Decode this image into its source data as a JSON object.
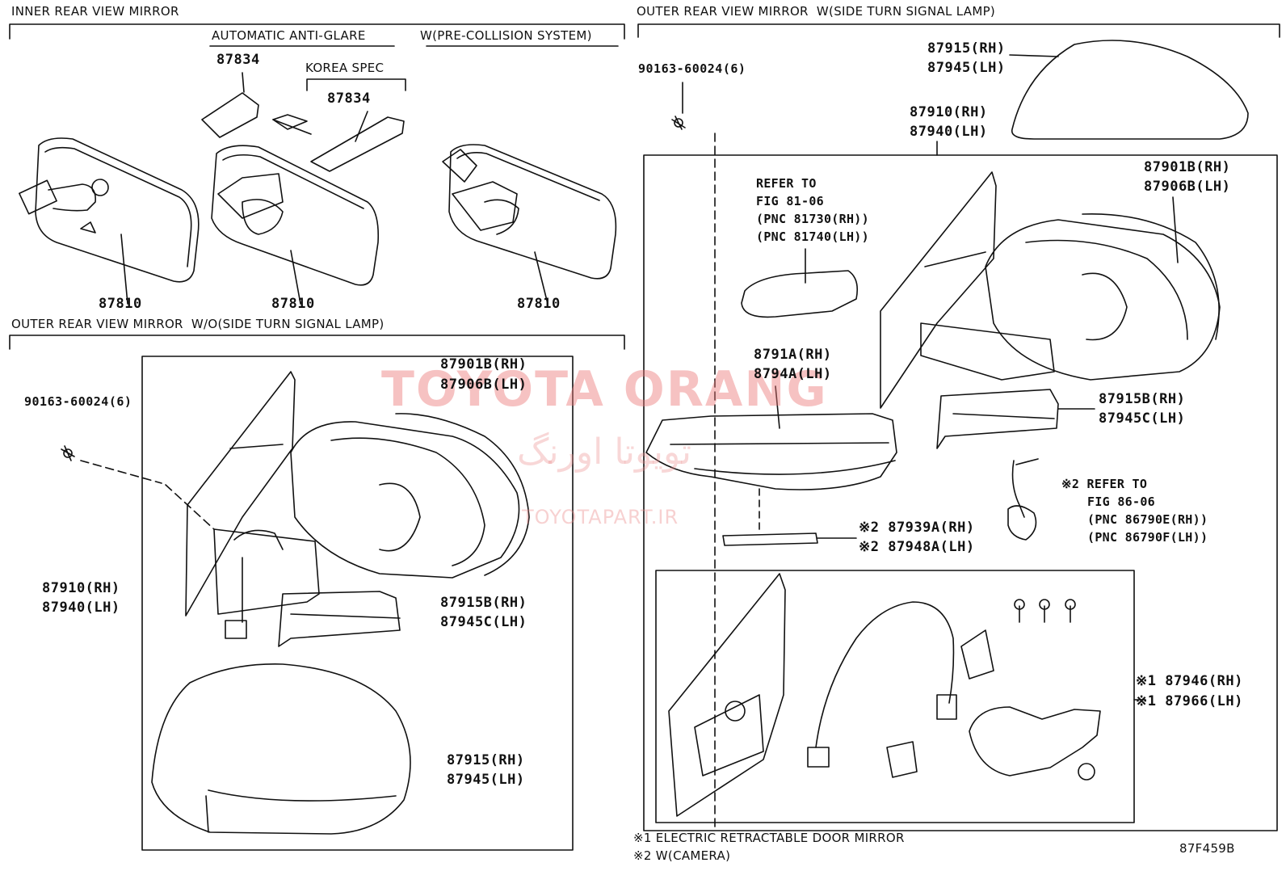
{
  "sections": {
    "inner": "INNER REAR VIEW MIRROR",
    "auto_antiglare": "AUTOMATIC ANTI-GLARE",
    "pre_collision": "W(PRE-COLLISION SYSTEM)",
    "korea_spec": "KOREA SPEC",
    "outer_wo": "OUTER REAR VIEW MIRROR  W/O(SIDE TURN SIGNAL LAMP)",
    "outer_w": "OUTER REAR VIEW MIRROR  W(SIDE TURN SIGNAL LAMP)"
  },
  "inner_parts": {
    "p87834_a": "87834",
    "p87834_b": "87834",
    "p87810_a": "87810",
    "p87810_b": "87810",
    "p87810_c": "87810"
  },
  "left_parts": {
    "screw": "90163-60024(6)",
    "p87901B": "87901B(RH)",
    "p87906B": "87906B(LH)",
    "p87910": "87910(RH)",
    "p87940": "87940(LH)",
    "p87915B": "87915B(RH)",
    "p87945C": "87945C(LH)",
    "p87915": "87915(RH)",
    "p87945": "87945(LH)"
  },
  "right_parts": {
    "screw": "90163-60024(6)",
    "p87915": "87915(RH)",
    "p87945": "87945(LH)",
    "p87910": "87910(RH)",
    "p87940": "87940(LH)",
    "p87901B": "87901B(RH)",
    "p87906B": "87906B(LH)",
    "ref1_l1": "REFER TO",
    "ref1_l2": "FIG 81-06",
    "ref1_l3": "(PNC 81730(RH))",
    "ref1_l4": "(PNC 81740(LH))",
    "p8791A": "8791A(RH)",
    "p8794A": "8794A(LH)",
    "p87915B": "87915B(RH)",
    "p87945C": "87945C(LH)",
    "ref2_l1": "※2 REFER TO",
    "ref2_l2": "FIG 86-06",
    "ref2_l3": "(PNC 86790E(RH))",
    "ref2_l4": "(PNC 86790F(LH))",
    "p87939A": "※2 87939A(RH)",
    "p87948A": "※2 87948A(LH)",
    "p87946": "※1 87946(RH)",
    "p87966": "※1 87966(LH)"
  },
  "footnotes": {
    "note1": "※1 ELECTRIC RETRACTABLE DOOR MIRROR",
    "note2": "※2 W(CAMERA)",
    "fig_code": "87F459B"
  },
  "watermark": {
    "line1": "TOYOTA ORANG",
    "line2": "تویوتا اورنگ",
    "line3": "TOYOTAPART.IR"
  }
}
